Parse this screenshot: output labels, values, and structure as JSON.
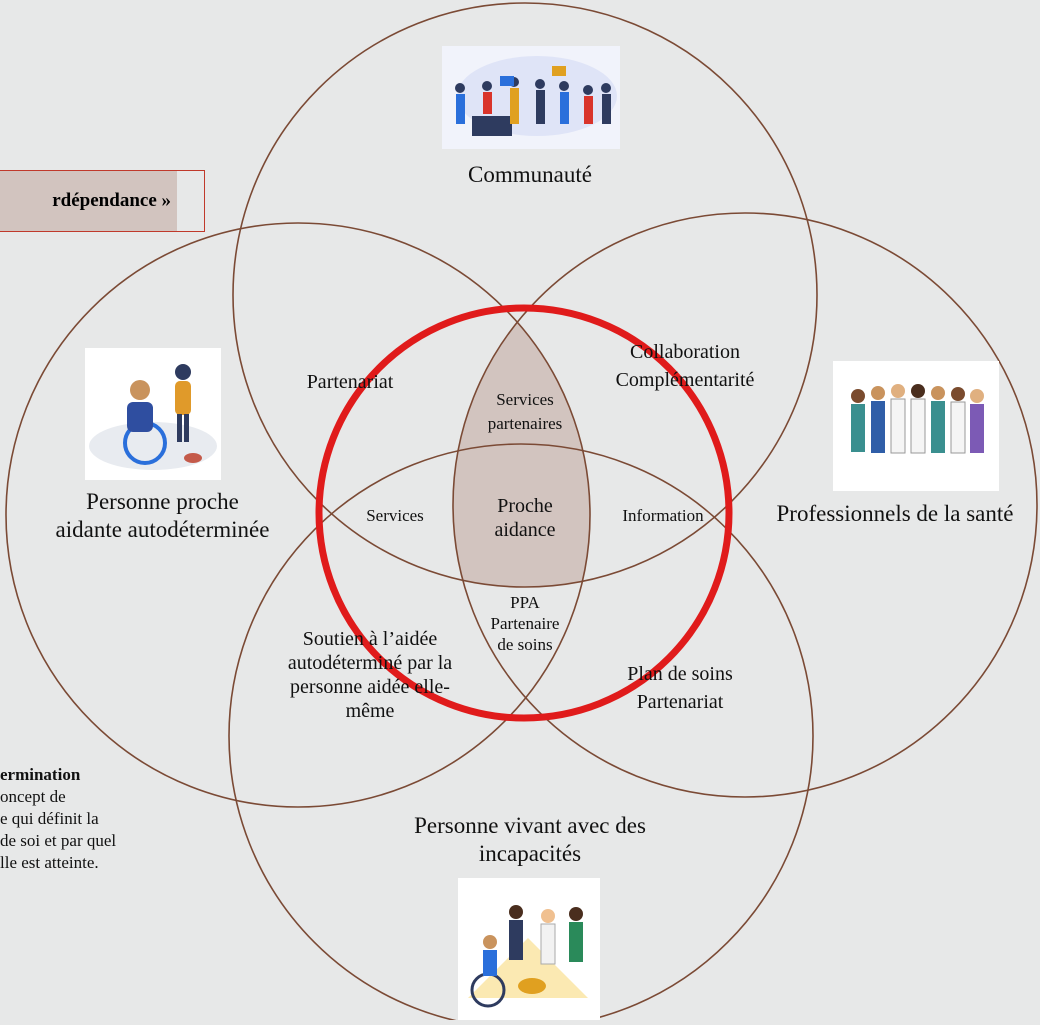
{
  "callout": {
    "title": "rdépendance »"
  },
  "circles": {
    "top": "Communauté",
    "left": "Personne proche aidante autodéterminée",
    "right": "Professionnels de la santé",
    "bottom": "Personne vivant avec des incapacités"
  },
  "intersections": {
    "top_left": "Partenariat",
    "top_right_1": "Collaboration",
    "top_right_2": "Complémentarité",
    "top_center_1": "Services",
    "top_center_2": "partenaires",
    "center_left": "Services",
    "center": "Proche aidance",
    "center_right": "Information",
    "bottom_center_1": "PPA",
    "bottom_center_2": "Partenaire",
    "bottom_center_3": "de soins",
    "bottom_left": "Soutien à l’aidée autodéterminé par la personne aidée elle-même",
    "bottom_right_1": "Plan de soins",
    "bottom_right_2": "Partenariat"
  },
  "definition": {
    "heading": "ermination",
    "line1": "oncept de",
    "line2": "e qui définit la",
    "line3": "de soi et par quel",
    "line4": "lle est atteinte."
  },
  "colors": {
    "background": "#e7e8e8",
    "circle_stroke": "#7b4a35",
    "highlight_ring": "#e01b1b",
    "center_fill": "#d2c4bf"
  },
  "icons": {
    "community": "community-people-icon",
    "caregiver": "wheelchair-caregiver-icon",
    "professionals": "health-professionals-icon",
    "disabilities": "people-with-disabilities-icon"
  }
}
